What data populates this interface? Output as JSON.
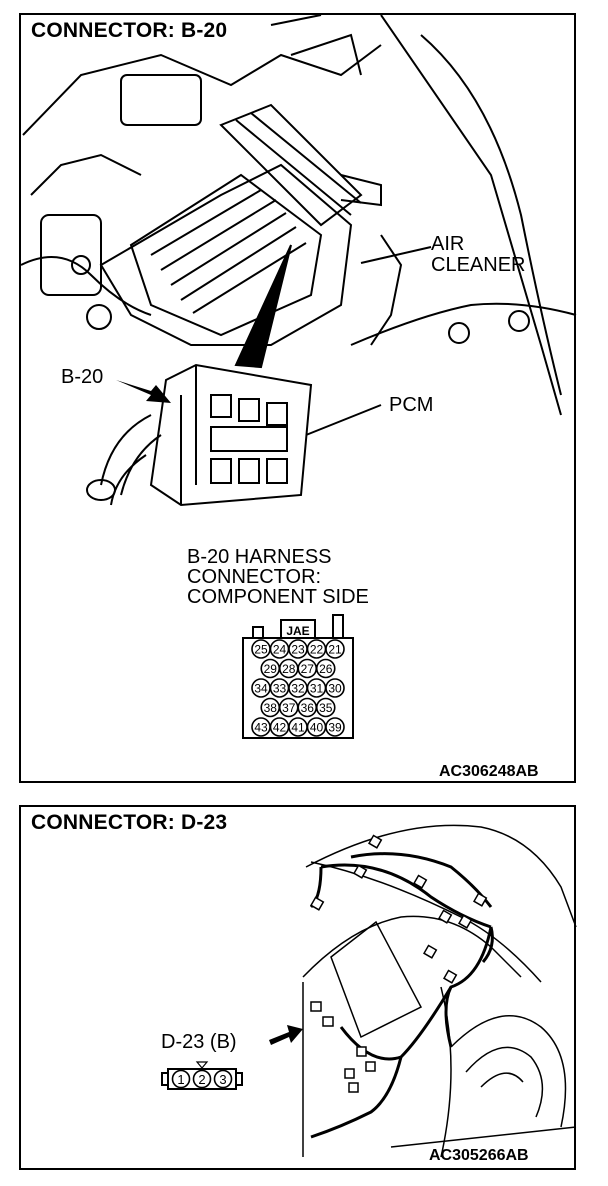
{
  "panel_b20": {
    "title": "CONNECTOR: B-20",
    "labels": {
      "air_cleaner_1": "AIR",
      "air_cleaner_2": "CLEANER",
      "b20": "B-20",
      "pcm": "PCM",
      "harness_1": "B-20 HARNESS",
      "harness_2": "CONNECTOR:",
      "harness_3": "COMPONENT SIDE"
    },
    "connector": {
      "maker": "JAE",
      "rows": [
        [
          "25",
          "24",
          "23",
          "22",
          "21"
        ],
        [
          "29",
          "28",
          "27",
          "26"
        ],
        [
          "34",
          "33",
          "32",
          "31",
          "30"
        ],
        [
          "38",
          "37",
          "36",
          "35"
        ],
        [
          "43",
          "42",
          "41",
          "40",
          "39"
        ]
      ]
    },
    "figure_id": "AC306248AB"
  },
  "panel_d23": {
    "title": "CONNECTOR: D-23",
    "labels": {
      "d23": "D-23 (B)"
    },
    "connector": {
      "pins": [
        "1",
        "2",
        "3"
      ]
    },
    "figure_id": "AC305266AB"
  }
}
